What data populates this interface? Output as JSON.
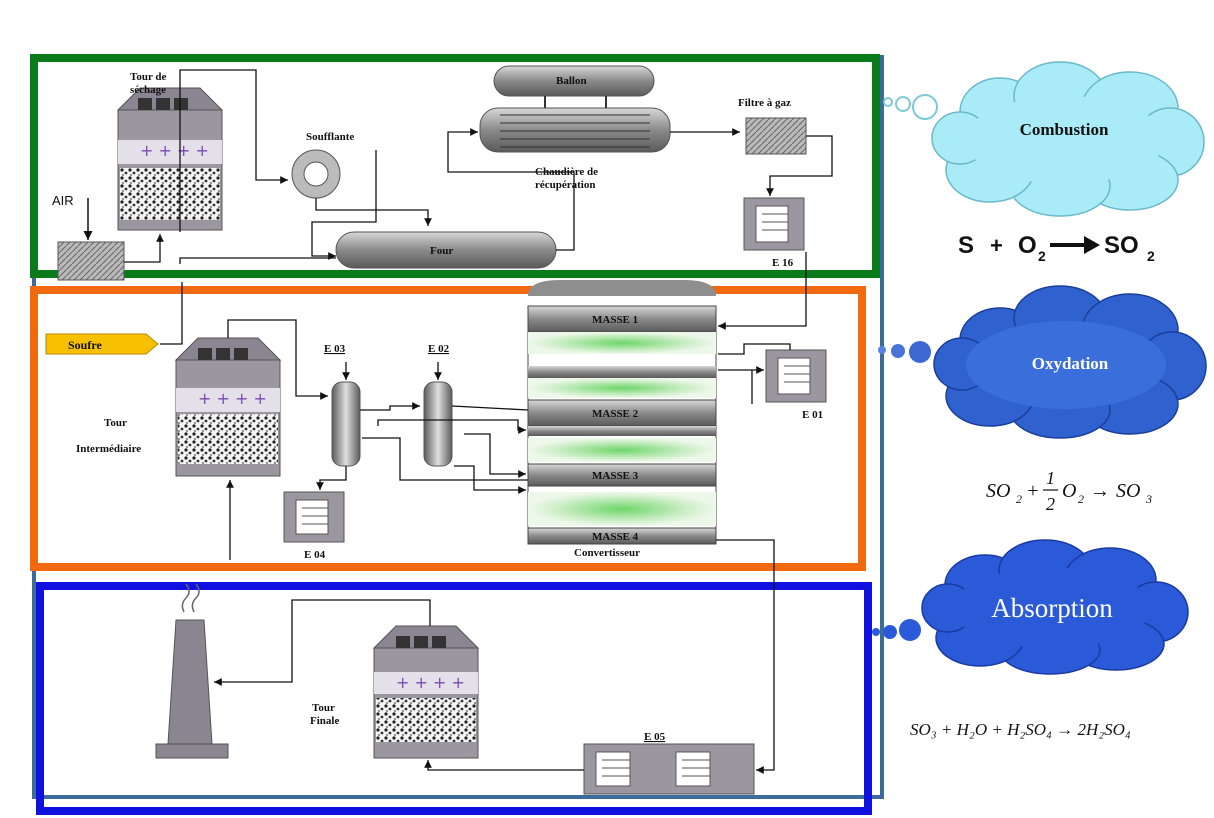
{
  "sections": {
    "combustion": {
      "bubble_label": "Combustion",
      "equation": {
        "lhs1": "S",
        "plus": "+",
        "lhs2": "O",
        "lhs2_sub": "2",
        "rhs": "SO",
        "rhs_sub": "2"
      },
      "labels": {
        "tour_sechage_1": "Tour de",
        "tour_sechage_2": "séchage",
        "air": "AIR",
        "soufflante": "Soufflante",
        "ballon": "Ballon",
        "chaudiere_1": "Chaudière de",
        "chaudiere_2": "récupération",
        "four": "Four",
        "filtre": "Filtre à gaz",
        "e16": "E 16"
      }
    },
    "oxydation": {
      "bubble_label": "Oxydation",
      "equation": {
        "a": "SO",
        "a_sub": "2",
        "plus": "+",
        "num": "1",
        "den": "2",
        "b": "O",
        "b_sub": "2",
        "arrow": "→",
        "c": "SO",
        "c_sub": "3"
      },
      "labels": {
        "soufre": "Soufre",
        "tour_inter_1": "Tour",
        "tour_inter_2": "Intermédiaire",
        "e03": "E 03",
        "e02": "E 02",
        "e04": "E 04",
        "e01": "E 01",
        "masse1": "MASSE 1",
        "masse2": "MASSE 2",
        "masse3": "MASSE 3",
        "masse4": "MASSE 4",
        "convertisseur": "Convertisseur"
      }
    },
    "absorption": {
      "bubble_label": "Absorption",
      "equation": "SO₃ + H₂O + H₂SO₄ → 2H₂SO₄",
      "labels": {
        "tour_finale_1": "Tour",
        "tour_finale_2": "Finale",
        "e05": "E 05"
      }
    }
  },
  "colors": {
    "combustion_border": "#0a7a1a",
    "oxydation_border": "#f26a10",
    "absorption_border": "#1010e0",
    "cloud_light": "#a9ecf7",
    "cloud_dark": "#2f62cf",
    "tower": "#8a8590",
    "pipe": "#111111"
  }
}
